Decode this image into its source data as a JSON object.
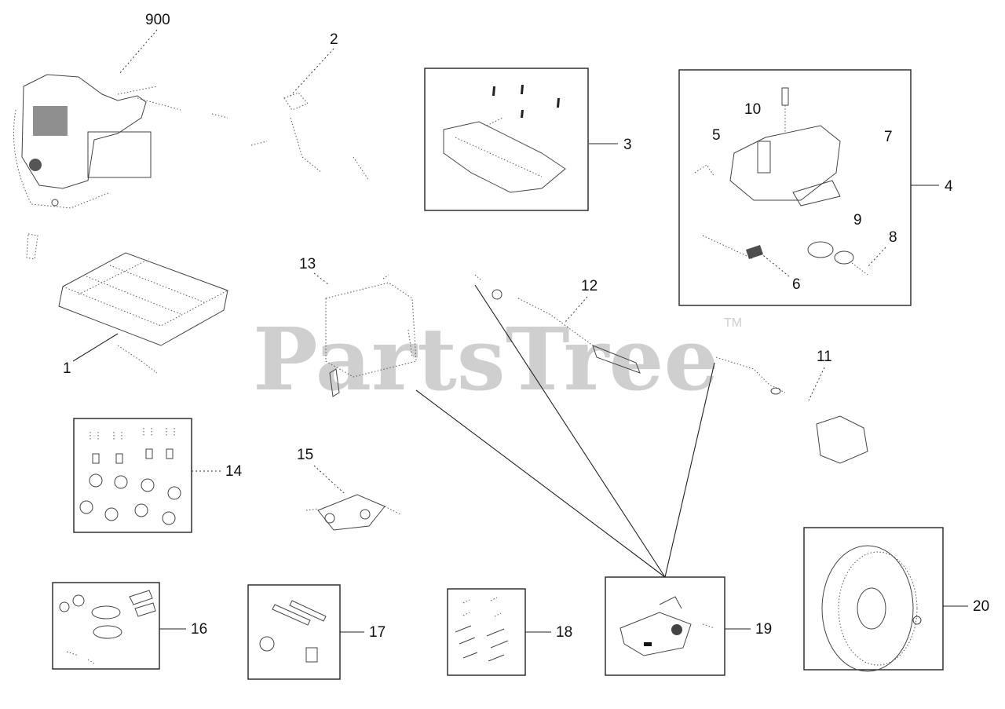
{
  "watermark": {
    "text": "PartsTree",
    "trademark": "TM"
  },
  "callouts": {
    "c900": "900",
    "c1": "1",
    "c2": "2",
    "c3": "3",
    "c4": "4",
    "c5": "5",
    "c6": "6",
    "c7": "7",
    "c8": "8",
    "c9": "9",
    "c10": "10",
    "c11": "11",
    "c12": "12",
    "c13": "13",
    "c14": "14",
    "c15": "15",
    "c16": "16",
    "c17": "17",
    "c18": "18",
    "c19": "19",
    "c20": "20"
  }
}
